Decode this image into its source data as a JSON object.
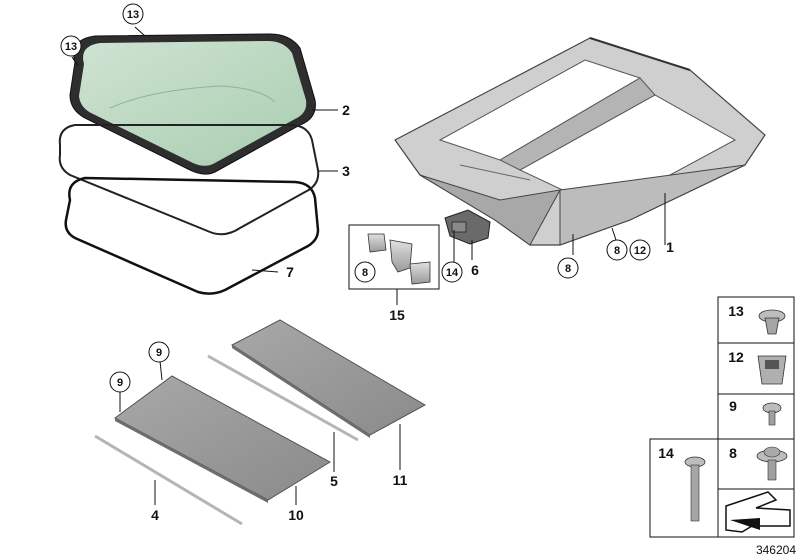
{
  "diagram": {
    "reference_number": "346204",
    "parts": {
      "p1": "1",
      "p2": "2",
      "p3": "3",
      "p4": "4",
      "p5": "5",
      "p6": "6",
      "p7": "7",
      "p10": "10",
      "p11": "11",
      "p15": "15"
    },
    "callouts": {
      "c13_top": "13",
      "c13_left": "13",
      "c8_mid": "8",
      "c12_mid": "12",
      "c8_bottom": "8",
      "c14": "14",
      "c8_kit": "8",
      "c9_a": "9",
      "c9_b": "9"
    },
    "legend": {
      "l13": "13",
      "l12": "12",
      "l9": "9",
      "l14": "14",
      "l8": "8"
    }
  }
}
